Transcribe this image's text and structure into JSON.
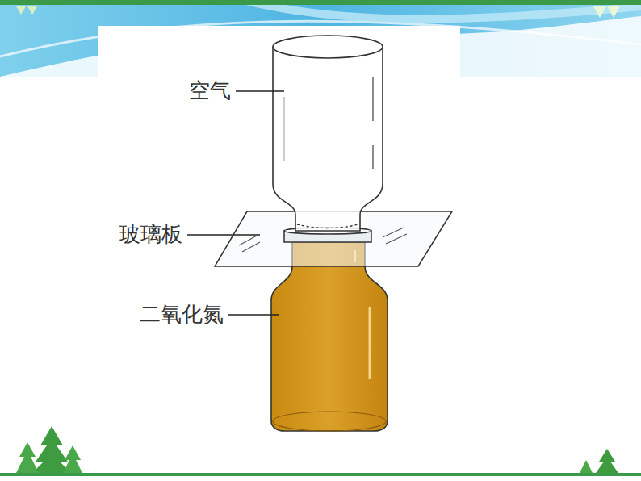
{
  "diagram": {
    "labels": [
      "空气",
      "玻璃板",
      "二氧化氮"
    ]
  }
}
